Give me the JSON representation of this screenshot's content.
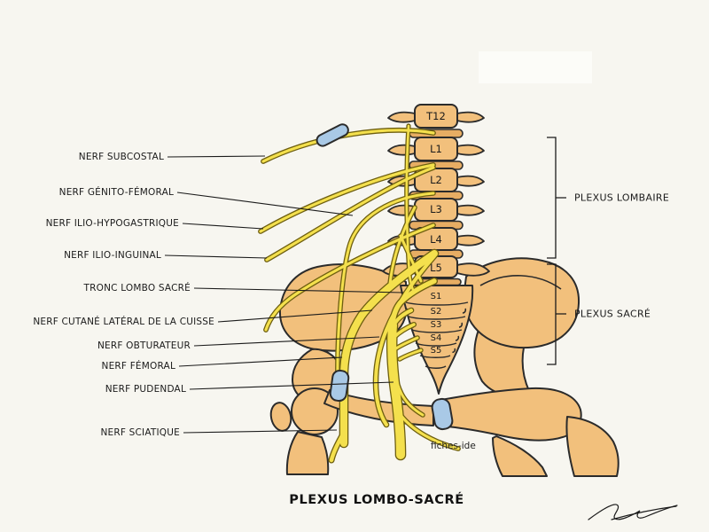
{
  "title": "PLEXUS LOMBO-SACRÉ",
  "watermark": "fiches-ide",
  "nerve_labels": [
    "NERF SUBCOSTAL",
    "NERF GÉNITO-FÉMORAL",
    "NERF ILIO-HYPOGASTRIQUE",
    "NERF ILIO-INGUINAL",
    "TRONC LOMBO SACRÉ",
    "NERF CUTANÉ LATÉRAL DE LA CUISSE",
    "NERF OBTURATEUR",
    "NERF FÉMORAL",
    "NERF PUDENDAL",
    "NERF SCIATIQUE"
  ],
  "region_labels": [
    "PLEXUS LOMBAIRE",
    "PLEXUS SACRÉ"
  ],
  "vertebrae": {
    "lumbar": [
      "T12",
      "L1",
      "L2",
      "L3",
      "L4",
      "L5"
    ],
    "sacral": [
      "S1",
      "S2",
      "S3",
      "S4",
      "S5"
    ]
  },
  "colors": {
    "background": "#f7f6f0",
    "bone": "#f2c07c",
    "bone_outline": "#2b2b2b",
    "nerve_yellow": "#f4e04d",
    "nerve_outline": "#6e5f10",
    "ligament_blue": "#a9c9e6",
    "text": "#1b1b1b"
  }
}
